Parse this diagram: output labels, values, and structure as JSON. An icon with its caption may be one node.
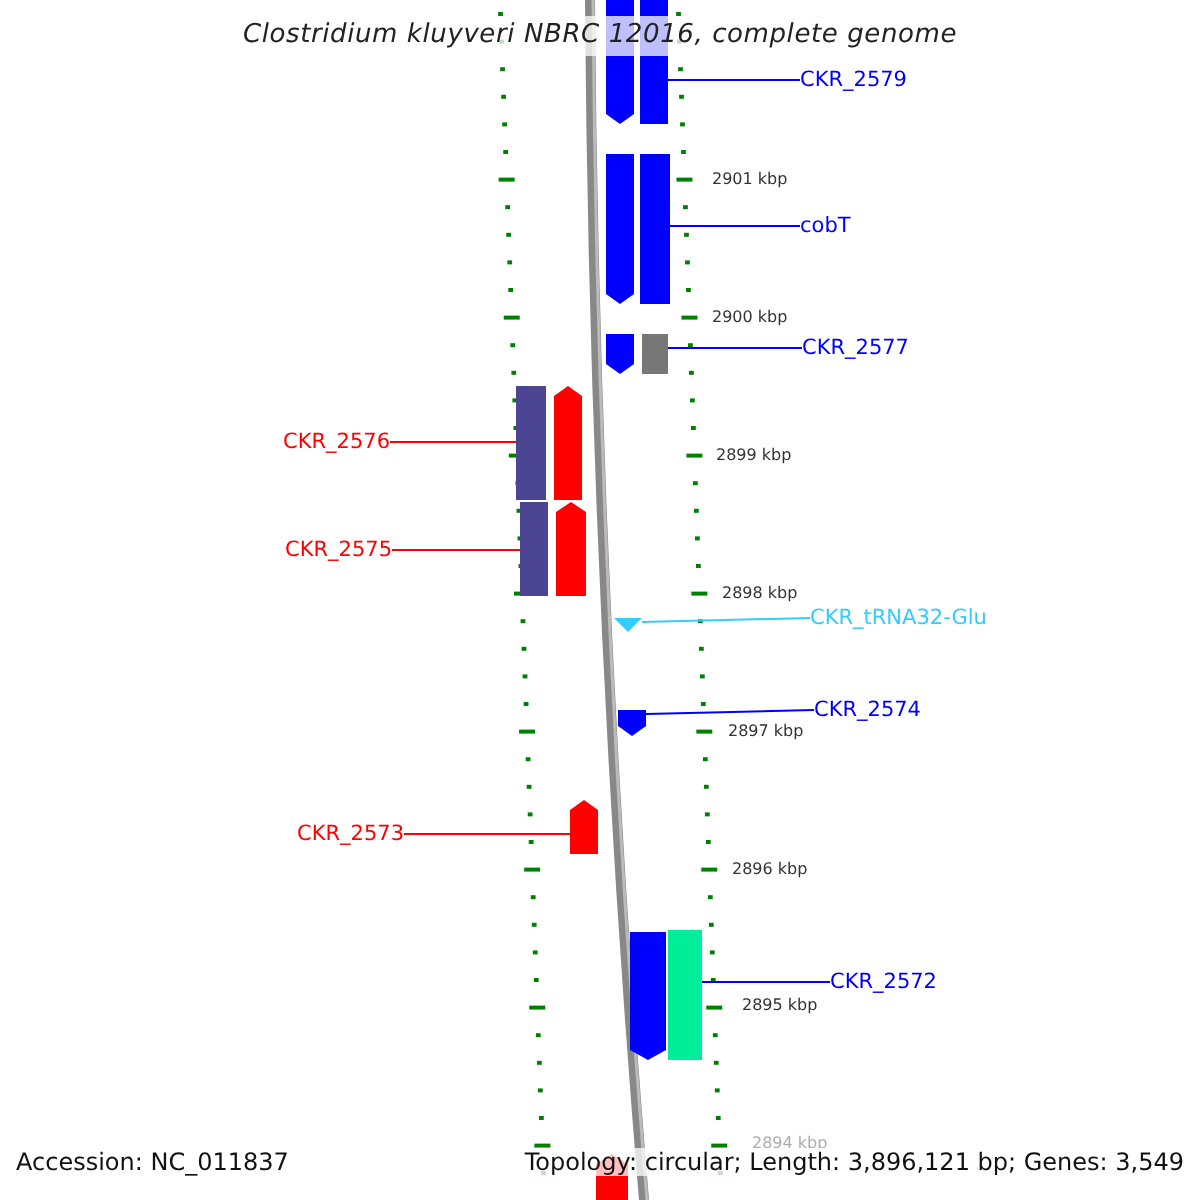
{
  "diagram": {
    "title": "Clostridium kluyveri NBRC 12016, complete genome",
    "nodes": [
      {
        "text": [
          "CKR_2579"
        ]
      },
      {
        "text": [],
        "shape": "bar"
      },
      {
        "text": [],
        "shape": "bar"
      },
      {
        "text": [
          "cobT"
        ]
      },
      {
        "text": [],
        "shape": "bar"
      },
      {
        "text": [],
        "shape": "bar"
      },
      {
        "text": [
          "CKR_2577"
        ]
      },
      {
        "text": [],
        "shape": "bar"
      },
      {
        "text": [],
        "shape": "bar"
      },
      {
        "text": [
          "CKR_2576"
        ]
      },
      {
        "text": [],
        "shape": "bar"
      },
      {
        "text": [],
        "shape": "bar"
      },
      {
        "text": [
          "CKR_2575"
        ]
      },
      {
        "text": [],
        "shape": "bar"
      },
      {
        "text": [],
        "shape": "bar"
      },
      {
        "text": [
          "CKR_tRNA32-Glu"
        ]
      },
      {
        "text": [],
        "shape": "triangle"
      },
      {
        "text": [
          "CKR_2574"
        ]
      },
      {
        "text": [],
        "shape": "bar"
      },
      {
        "text": [
          "CKR_2573"
        ]
      },
      {
        "text": [],
        "shape": "bar"
      },
      {
        "text": [
          "CKR_2572"
        ]
      },
      {
        "text": [],
        "shape": "bar"
      },
      {
        "text": [],
        "shape": "bar"
      },
      {
        "text": [],
        "shape": "bar"
      }
    ],
    "edges": [
      {
        "from": 0,
        "to": 2,
        "arrow": "none"
      },
      {
        "from": 3,
        "to": 5,
        "arrow": "none"
      },
      {
        "from": 6,
        "to": 8,
        "arrow": "none"
      },
      {
        "from": 9,
        "to": 10,
        "arrow": "none",
        "color": "#ff0000"
      },
      {
        "from": 12,
        "to": 13,
        "arrow": "none",
        "color": "#ff0000"
      },
      {
        "from": 15,
        "to": 16,
        "arrow": "none",
        "color": "#33ccff"
      },
      {
        "from": 17,
        "to": 18,
        "arrow": "none"
      },
      {
        "from": 19,
        "to": 20,
        "arrow": "none",
        "color": "#ff0000"
      },
      {
        "from": 21,
        "to": 23,
        "arrow": "none"
      }
    ],
    "labels": [
      "2901 kbp",
      "2900 kbp",
      "2899 kbp",
      "2898 kbp",
      "2897 kbp",
      "2896 kbp",
      "2895 kbp",
      "2894 kbp",
      "Accession: NC_011837",
      "Topology: circular; Length: 3,896,121 bp; Genes: 3,549"
    ]
  }
}
